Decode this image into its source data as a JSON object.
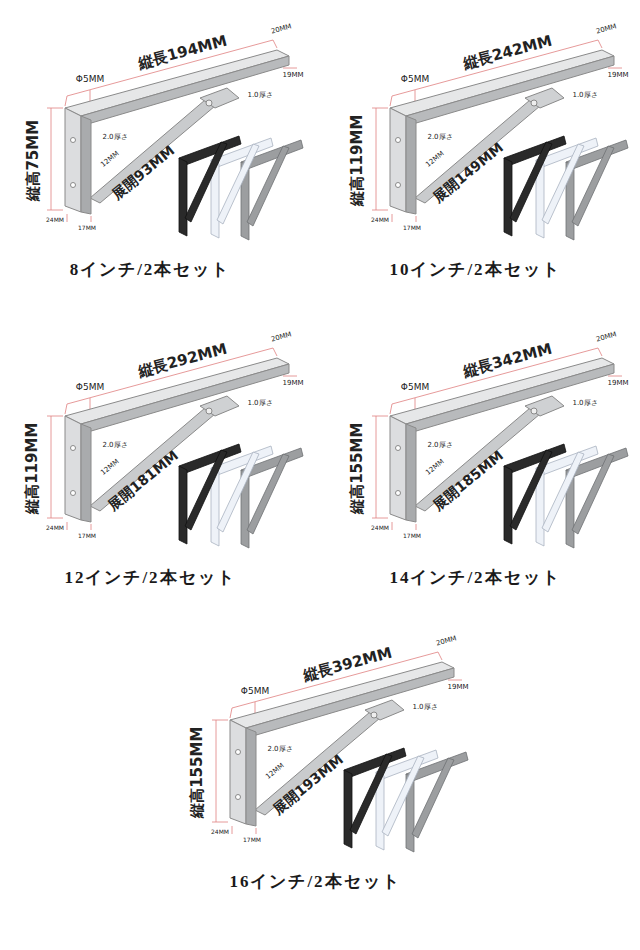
{
  "diagram": {
    "labels": [
      "Φ5MM",
      "縦長194MM",
      "20MM",
      "19MM",
      "1.0厚さ",
      "2.0厚さ",
      "12MM",
      "縦高75MM",
      "展開93MM",
      "24MM",
      "17MM",
      "8インチ/2本セット",
      "Φ5MM",
      "縦長242MM",
      "20MM",
      "19MM",
      "1.0厚さ",
      "2.0厚さ",
      "12MM",
      "縦高119MM",
      "展開149MM",
      "24MM",
      "17MM",
      "10インチ/2本セット",
      "Φ5MM",
      "縦長292MM",
      "20MM",
      "19MM",
      "1.0厚さ",
      "2.0厚さ",
      "12MM",
      "縦高119MM",
      "展開181MM",
      "24MM",
      "17MM",
      "12インチ/2本セット",
      "Φ5MM",
      "縦長342MM",
      "20MM",
      "19MM",
      "1.0厚さ",
      "2.0厚さ",
      "12MM",
      "縦高155MM",
      "展開185MM",
      "24MM",
      "17MM",
      "14インチ/2本セット",
      "Φ5MM",
      "縦長392MM",
      "20MM",
      "19MM",
      "1.0厚さ",
      "2.0厚さ",
      "12MM",
      "縦高155MM",
      "展開193MM",
      "24MM",
      "17MM",
      "16インチ/2本セット"
    ]
  }
}
